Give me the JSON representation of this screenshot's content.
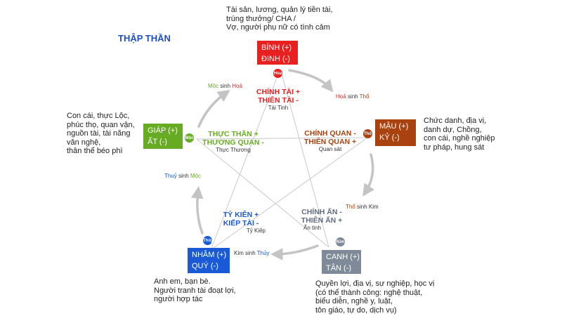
{
  "title": "THẬP THẦN",
  "colors": {
    "fire": "#e82020",
    "earth": "#a9420f",
    "metal": "#7f8a99",
    "water": "#1a5ad6",
    "wood": "#67ab23",
    "arrow": "#c4c4c4",
    "line": "#c9c9c9"
  },
  "elements": {
    "fire": {
      "line1": "BÍNH (+)",
      "line2": "ĐINH (-)",
      "badge": "Hỏa"
    },
    "earth": {
      "line1": "MẬU (+)",
      "line2": "KỶ (-)",
      "badge": "Thổ"
    },
    "metal": {
      "line1": "CANH (+)",
      "line2": "TÂN (-)",
      "badge": "Kim"
    },
    "water": {
      "line1": "NHÂM (+)",
      "line2": "QUÝ (-)",
      "badge": "Thủy"
    },
    "wood": {
      "line1": "GIÁP (+)",
      "line2": "ẤT (-)",
      "badge": "Mộc"
    }
  },
  "descriptions": {
    "fire": "Tài sản, lương, quản lý tiền tài,\ntrúng thưởng/  CHA  /\nVợ, người phụ nữ có tình cảm",
    "earth": "Chức danh, địa vị,\ndanh dự, Chồng,\ncon cái, nghề nghiệp\ntư pháp, hung sát",
    "metal": "Quyền lợi, địa vị, sự nghiệp, học vị\n(có thể thành công: nghệ thuật,\nbiểu diễn, nghề y, luật,\ntôn giáo, tự do, dịch vụ)",
    "water": "Anh em, bạn bè.\nNgười tranh tài đoạt lợi,\nngười hợp tác",
    "wood": "Con cái, thực Lộc,\nphúc thọ, quan vận,\nnguồn tài, tài năng\nvăn nghệ,\nthân thể béo phì"
  },
  "gods": {
    "fire": {
      "main": "CHÍNH TÀI +\nTHIÊN TÀI -",
      "sub": "Tài Tinh"
    },
    "earth": {
      "main": "CHÍNH QUAN -\nTHIÊN QUAN +",
      "sub": "Quan sát"
    },
    "metal": {
      "main": "CHÍNH ẤN -\nTHIÊN ẤN +",
      "sub": "Ấn tinh"
    },
    "water": {
      "main": "TỶ KIÊN +\nKIẾP TÀI -",
      "sub": "Tỷ Kiếp"
    },
    "wood": {
      "main": "THỰC THẦN +\nTHƯƠNG QUAN -",
      "sub": "Thực Thương"
    }
  },
  "generation": {
    "wood_fire": {
      "a": "Mộc",
      "mid": " sinh ",
      "b": "Hoả"
    },
    "fire_earth": {
      "a": "Hoả",
      "mid": " sinh ",
      "b": "Thổ"
    },
    "earth_metal": {
      "a": "Thổ",
      "mid": " sinh ",
      "b": "Kim"
    },
    "metal_water": {
      "a": "Kim",
      "mid": " sinh ",
      "b": "Thủy"
    },
    "water_wood": {
      "a": "Thuỷ",
      "mid": " sinh ",
      "b": "Mộc"
    }
  }
}
